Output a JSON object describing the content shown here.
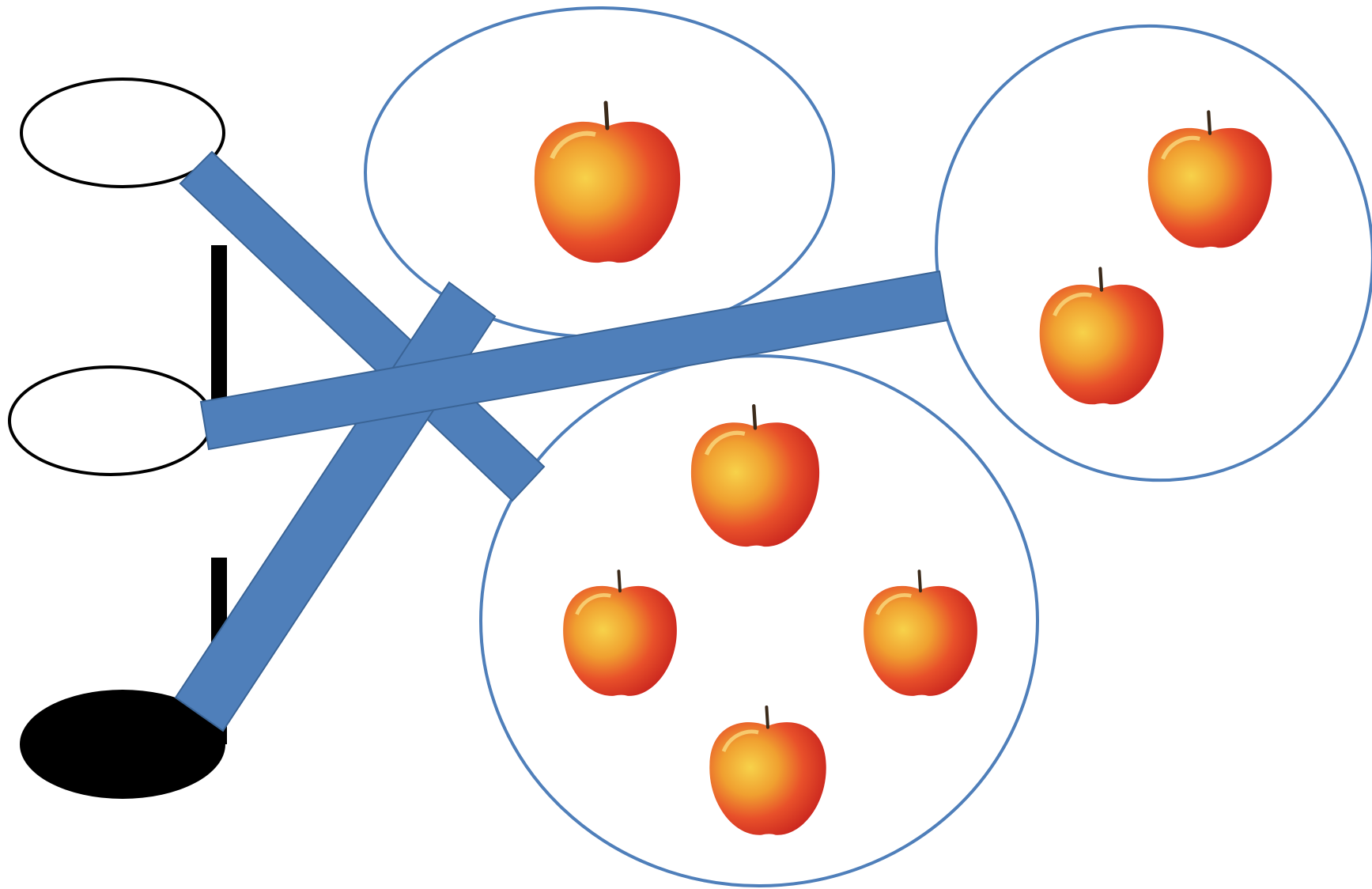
{
  "diagram": {
    "description_kind": "matching-notes-to-apple-groups",
    "colors": {
      "connector_fill": "#4f7fba",
      "connector_stroke": "#3a6496",
      "group_outline": "#4f7fba",
      "note_outline": "#000000",
      "apple_red": "#e2342a",
      "apple_yellow": "#f4c531",
      "apple_stem": "#3b2a1a"
    },
    "notes": [
      {
        "id": "half-note-no-stem",
        "kind": "whole-note-shape",
        "filled": false,
        "has_stem": false,
        "icon": "open-note-icon"
      },
      {
        "id": "half-note",
        "kind": "half-note",
        "filled": false,
        "has_stem": true,
        "icon": "half-note-icon"
      },
      {
        "id": "quarter-note",
        "kind": "quarter-note",
        "filled": true,
        "has_stem": true,
        "icon": "quarter-note-icon"
      }
    ],
    "groups": [
      {
        "id": "group-one-apple",
        "apple_count": 1
      },
      {
        "id": "group-two-apples",
        "apple_count": 2
      },
      {
        "id": "group-four-apples",
        "apple_count": 4
      }
    ],
    "connections": [
      {
        "from": "half-note-no-stem",
        "to": "group-four-apples"
      },
      {
        "from": "half-note",
        "to": "group-two-apples"
      },
      {
        "from": "quarter-note",
        "to": "group-one-apple"
      }
    ]
  }
}
